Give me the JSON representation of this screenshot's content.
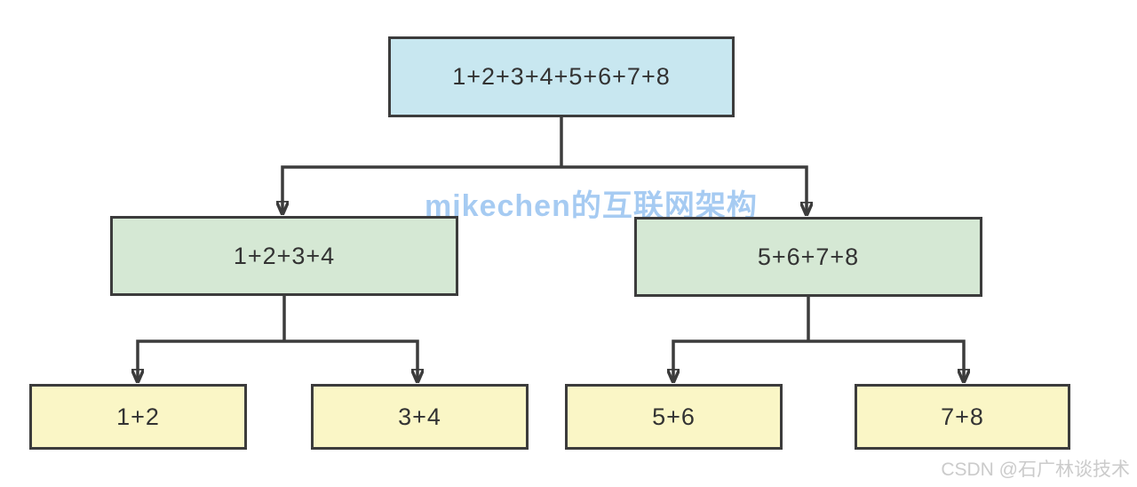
{
  "diagram": {
    "title_hint": "divide and conquer sum tree",
    "line_color": "#3c3c3c",
    "text_color": "#333333",
    "nodes": {
      "root": {
        "label": "1+2+3+4+5+6+7+8",
        "fill": "#c8e7f0"
      },
      "left": {
        "label": "1+2+3+4",
        "fill": "#d5e8d4"
      },
      "right": {
        "label": "5+6+7+8",
        "fill": "#d5e8d4"
      },
      "leaf1": {
        "label": "1+2",
        "fill": "#faf6c6"
      },
      "leaf2": {
        "label": "3+4",
        "fill": "#faf6c6"
      },
      "leaf3": {
        "label": "5+6",
        "fill": "#faf6c6"
      },
      "leaf4": {
        "label": "7+8",
        "fill": "#faf6c6"
      }
    }
  },
  "watermark": {
    "text": "mikechen的互联网架构",
    "color": "#a6cbf2"
  },
  "credit": {
    "text": "CSDN @石广林谈技术",
    "color": "#cbcbcb"
  }
}
